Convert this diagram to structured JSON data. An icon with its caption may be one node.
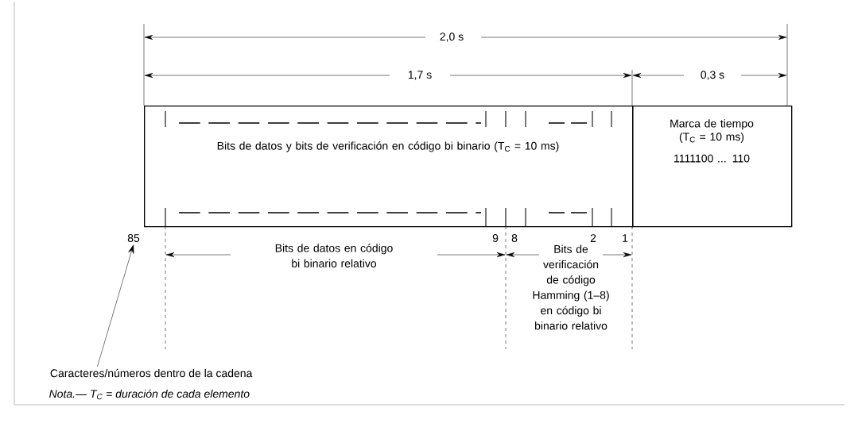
{
  "diagram": {
    "nodes": [
      {
        "text": [
          "Bits de datos y bits de verificación en código bi binario (T$_{C}$ = 10 ms)"
        ]
      },
      {
        "text": [
          "Marca de tiempo (T$_{C}$ = 10 ms)",
          "1111100 ... 110"
        ]
      },
      {
        "text": [
          "85"
        ]
      },
      {
        "text": [
          "Caracteres/números dentro de la cadena"
        ]
      }
    ],
    "edges": [
      {
        "from": 3,
        "to": 2,
        "arrow": "to"
      }
    ],
    "labels": [
      "2,0 s",
      "1,7 s",
      "0,3 s",
      "9",
      "8",
      "2",
      "1",
      "Bits de datos en código bi binario relativo",
      "Bits de verificación de código Hamming (1–8) en código bi binario relativo",
      "Nota.— T$_{C}$ = duración de cada elemento"
    ]
  }
}
